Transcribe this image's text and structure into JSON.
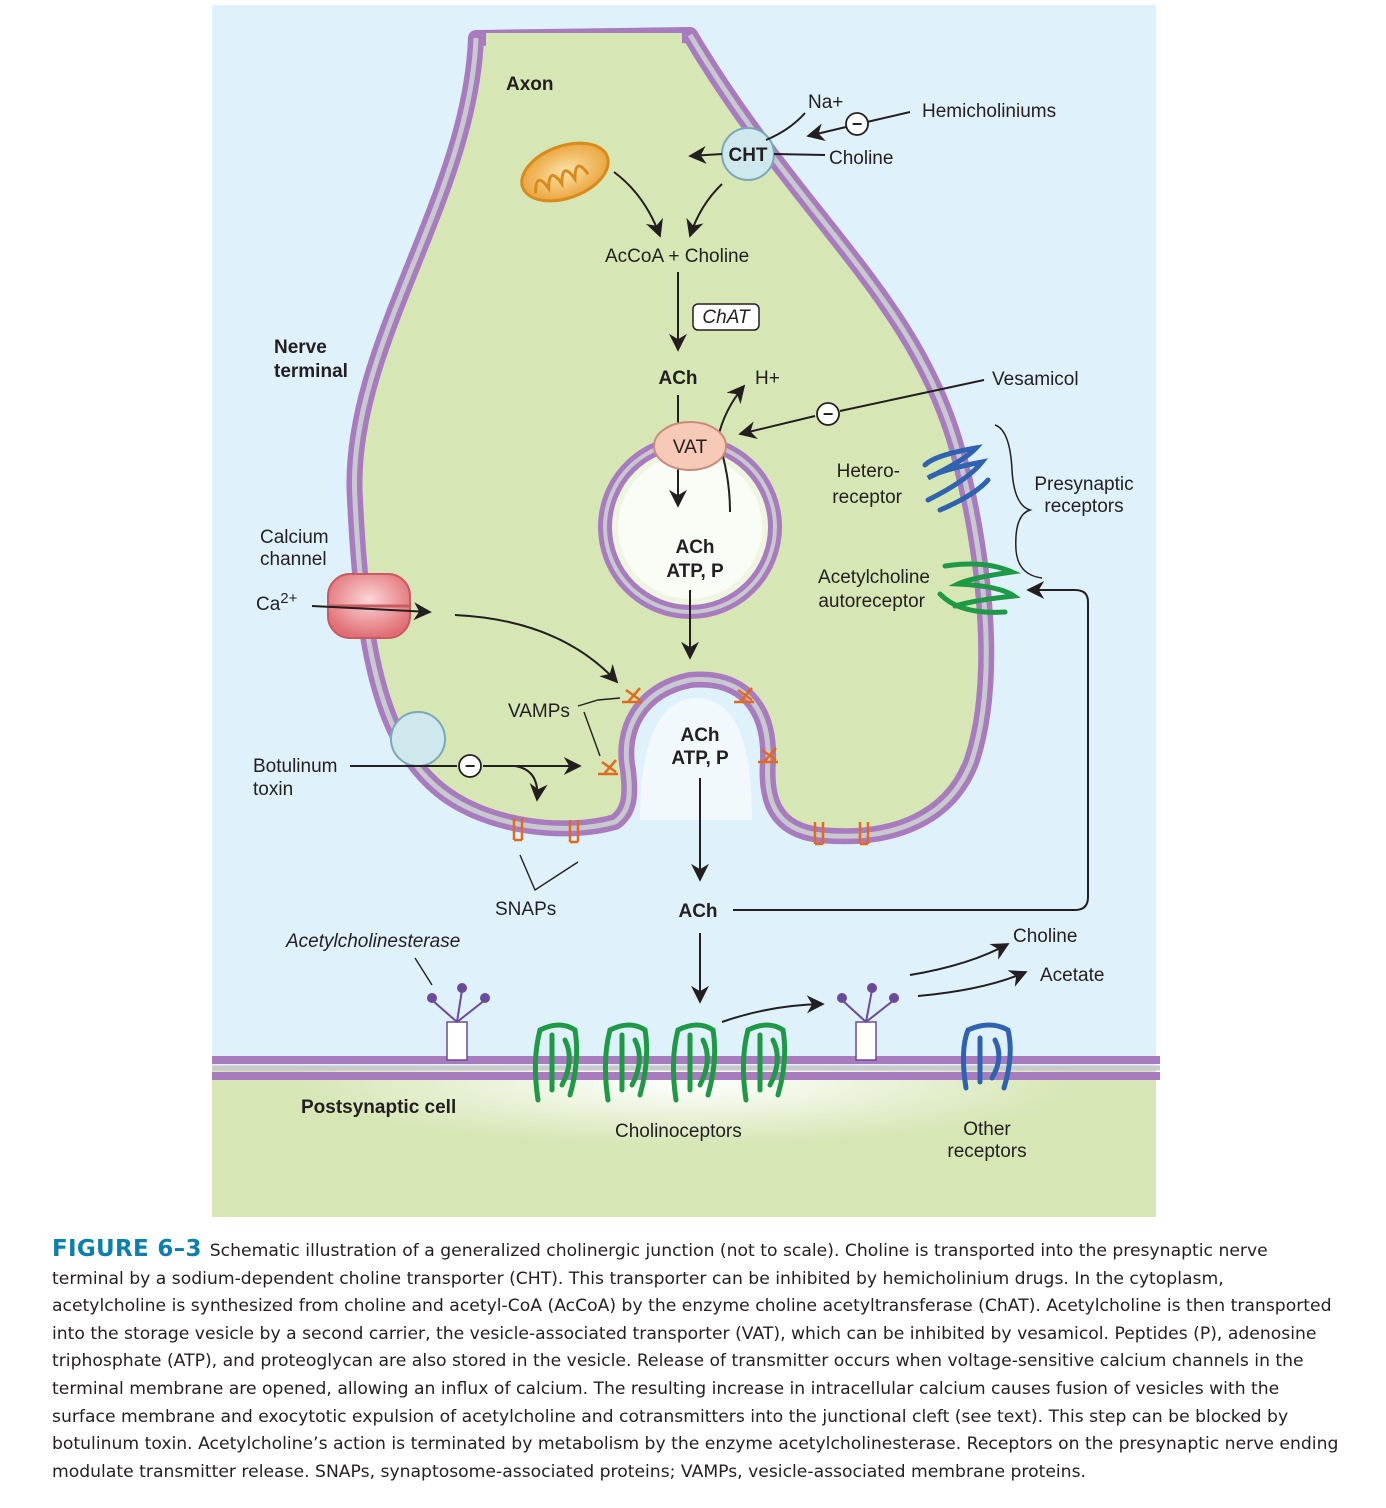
{
  "labels": {
    "axon": "Axon",
    "na_plus": "Na+",
    "hemicholiniums": "Hemicholiniums",
    "cht": "CHT",
    "choline_in": "Choline",
    "accoa_choline": "AcCoA + Choline",
    "chat": "ChAT",
    "nerve_terminal_1": "Nerve",
    "nerve_terminal_2": "terminal",
    "ach_top": "ACh",
    "h_plus": "H+",
    "vesamicol": "Vesamicol",
    "vat": "VAT",
    "hetero_1": "Hetero-",
    "hetero_2": "receptor",
    "presynaptic_1": "Presynaptic",
    "presynaptic_2": "receptors",
    "ach_vesicle": "ACh",
    "atp_p_vesicle": "ATP, P",
    "calcium_1": "Calcium",
    "calcium_2": "channel",
    "ca_base": "Ca",
    "ca_sup": "2+",
    "autoreceptor_1": "Acetylcholine",
    "autoreceptor_2": "autoreceptor",
    "vamps": "VAMPs",
    "ach_fusing": "ACh",
    "atp_p_fusing": "ATP, P",
    "botulinum_1": "Botulinum",
    "botulinum_2": "toxin",
    "snaps": "SNAPs",
    "ach_cleft": "ACh",
    "acetylcholinesterase": "Acetylcholinesterase",
    "choline_out": "Choline",
    "acetate": "Acetate",
    "postsynaptic": "Postsynaptic cell",
    "cholinoceptors": "Cholinoceptors",
    "other_1": "Other",
    "other_2": "receptors",
    "minus": "−"
  },
  "caption": {
    "label": "FIGURE 6–3",
    "text": "Schematic illustration of a generalized cholinergic junction (not to scale). Choline is transported into the presynaptic nerve terminal by a sodium-dependent choline transporter (CHT). This transporter can be inhibited by hemicholinium drugs. In the cytoplasm, acetylcholine is synthesized from choline and acetyl-CoA (AcCoA) by the enzyme choline acetyltransferase (ChAT). Acetylcholine is then transported into the storage vesicle by a second carrier, the vesicle-associated transporter (VAT), which can be inhibited by vesamicol. Peptides (P), adenosine triphosphate (ATP), and proteoglycan are also stored in the vesicle. Release of transmitter occurs when voltage-sensitive calcium channels in the terminal membrane are opened, allowing an influx of calcium. The resulting increase in intracellular calcium causes fusion of vesicles with the surface membrane and exocytotic expulsion of acetylcholine and cotransmitters into the junctional cleft (see text). This step can be blocked by botulinum toxin. Acetylcholine’s action is terminated by metabolism by the enzyme acetylcholinesterase. Receptors on the presynaptic nerve ending modulate transmitter release. SNAPs, synaptosome-associated proteins; VAMPs, vesicle-associated membrane proteins."
  },
  "colors": {
    "background": "#dff1fb",
    "cytoplasm": "#d6e6b4",
    "membrane_outer": "#a87bbf",
    "membrane_inner": "#c8c8cf",
    "cht": "#cfe8ee",
    "vat": "#f7c9b7",
    "calcium_channel": "#e98a90",
    "heteroreceptor": "#2f62b0",
    "autoreceptor": "#1e9a46",
    "snare": "#e06a1e",
    "enzyme": "#6a4a9a",
    "caption_label": "#0b7fae"
  },
  "icons": [
    "mitochondrion-icon",
    "cht-transporter-icon",
    "vat-transporter-icon",
    "calcium-channel-icon",
    "botulinum-toxin-icon",
    "heteroreceptor-icon",
    "autoreceptor-icon",
    "cholinoceptor-icon",
    "other-receptor-icon",
    "acetylcholinesterase-icon",
    "vamp-icon",
    "snap-icon",
    "inhibition-icon"
  ]
}
